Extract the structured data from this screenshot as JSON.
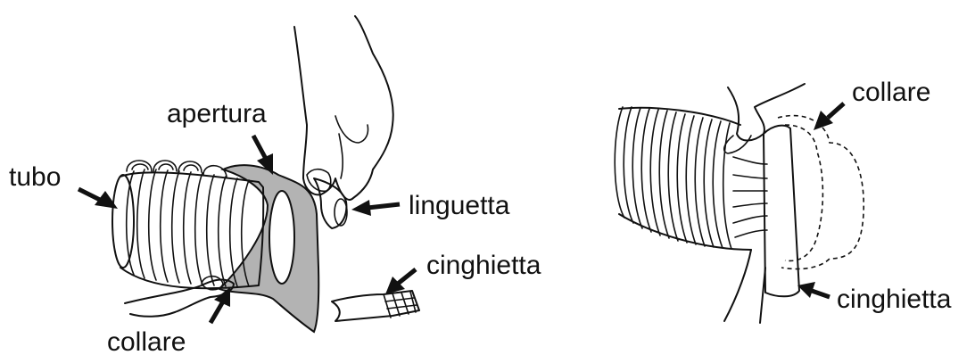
{
  "left_figure": {
    "labels": {
      "tube": "tubo",
      "opening": "apertura",
      "tab": "linguetta",
      "strap": "cinghietta",
      "collar": "collare"
    }
  },
  "right_figure": {
    "labels": {
      "collar": "collare",
      "strap": "cinghietta"
    }
  },
  "colors": {
    "ink": "#111111",
    "collar_fill": "#b3b3b3",
    "background": "#ffffff"
  }
}
